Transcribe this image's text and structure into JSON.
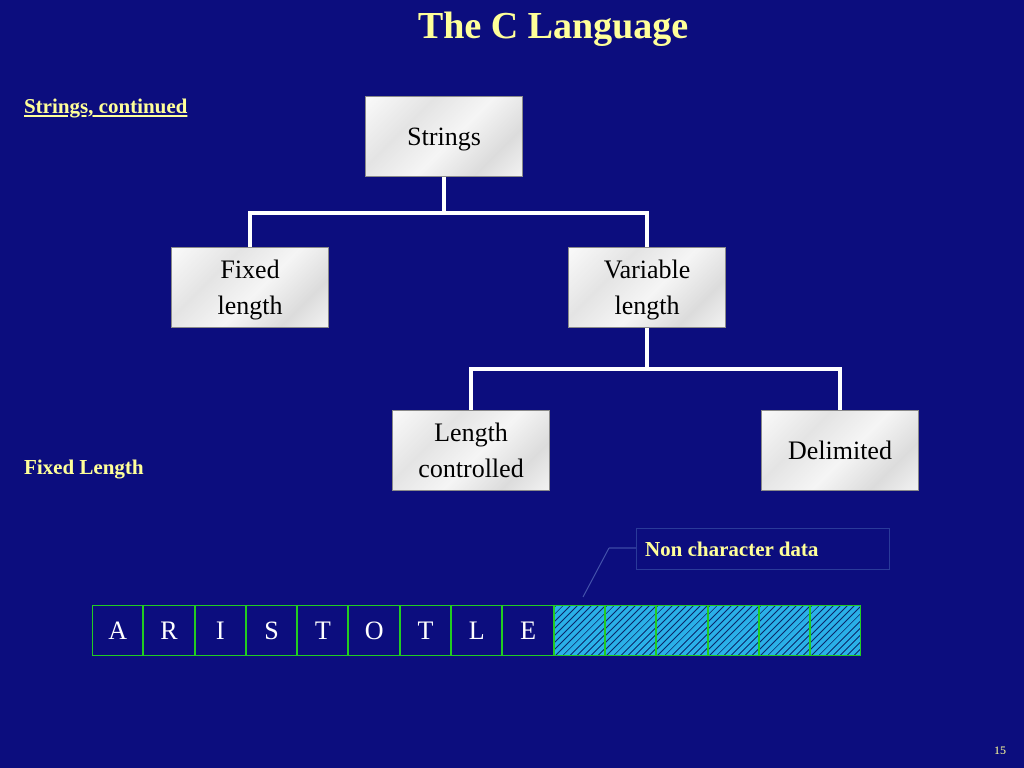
{
  "slide": {
    "title": "The C Language",
    "subtitle": "Strings, continued",
    "section_label": "Fixed Length",
    "page_number": "15"
  },
  "tree": {
    "root": "Strings",
    "fixed": "Fixed\nlength",
    "variable": "Variable\nlength",
    "length_controlled": "Length\ncontrolled",
    "delimited": "Delimited"
  },
  "array": {
    "letters": [
      "A",
      "R",
      "I",
      "S",
      "T",
      "O",
      "T",
      "L",
      "E"
    ],
    "filler_cell_count": 6,
    "callout": "Non character data"
  },
  "colors": {
    "background": "#0c0d7e",
    "text_accent": "#ffff99",
    "cell_border": "#22cc22",
    "filler": "#2ab0e8"
  }
}
